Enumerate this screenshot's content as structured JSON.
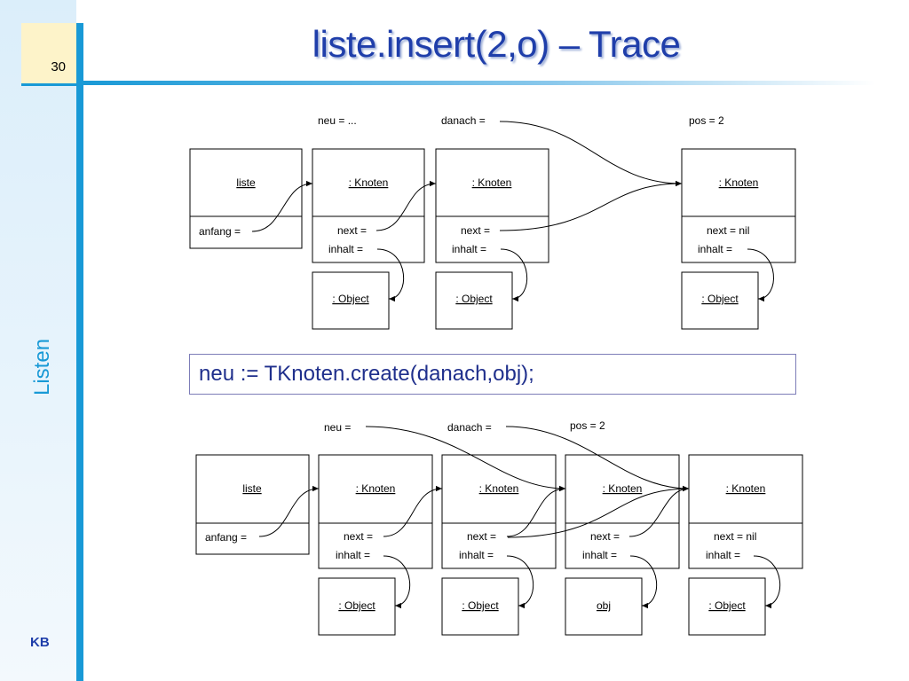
{
  "slide": {
    "number": "30",
    "title": "liste.insert(2,o) – Trace",
    "side_label": "Listen",
    "footer": "KB"
  },
  "code_line": "neu := TKnoten.create(danach,obj);",
  "diagram_top": {
    "var_neu": "neu  =  ...",
    "var_danach": "danach  =",
    "var_pos": "pos  =  2",
    "liste": "liste",
    "anfang": "anfang  =",
    "knoten": [
      ": Knoten",
      ": Knoten",
      ": Knoten"
    ],
    "next": [
      "next  =",
      "next  =",
      "next  =  nil"
    ],
    "inhalt": [
      "inhalt  =",
      "inhalt  =",
      "inhalt  ="
    ],
    "objects": [
      ": Object",
      ": Object",
      ": Object"
    ]
  },
  "diagram_bottom": {
    "var_neu": "neu  =",
    "var_danach": "danach  =",
    "var_pos": "pos  =  2",
    "liste": "liste",
    "anfang": "anfang  =",
    "knoten": [
      ": Knoten",
      ": Knoten",
      ": Knoten",
      ": Knoten"
    ],
    "next": [
      "next  =",
      "next  =",
      "next  =",
      "next  =  nil"
    ],
    "inhalt": [
      "inhalt  =",
      "inhalt  =",
      "inhalt  =",
      "inhalt  ="
    ],
    "objects": [
      ": Object",
      ": Object",
      "obj",
      ": Object"
    ]
  }
}
